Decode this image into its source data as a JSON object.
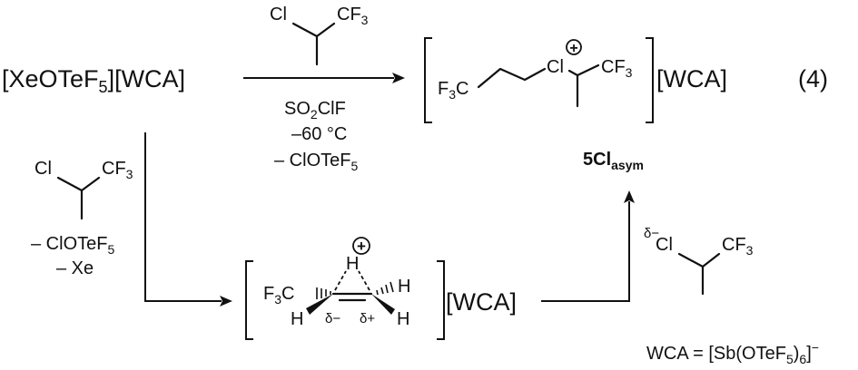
{
  "reagent": {
    "a": "[XeOTeF",
    "sub": "5",
    "b": "][WCA]"
  },
  "equation_number": "(4)",
  "alkane": {
    "cl": "Cl",
    "cf3": "CF",
    "cf3_sub": "3"
  },
  "conditions": {
    "solvent_a": "SO",
    "solvent_sub1": "2",
    "solvent_b": "ClF",
    "temperature": "–60 °C",
    "byproduct_a": "– ClOTeF",
    "byproduct_sub": "5"
  },
  "lower_conditions": {
    "byproduct_a": "– ClOTeF",
    "byproduct_sub": "5",
    "xenon": "– Xe"
  },
  "product": {
    "f3c_a": "F",
    "f3c_sub": "3",
    "f3c_b": "C",
    "cl": "Cl",
    "plus": "+",
    "cf3": "CF",
    "cf3_sub": "3",
    "anion": "[WCA]",
    "label_main": "5Cl",
    "label_sub": "asym"
  },
  "intermediate": {
    "f3c_a": "F",
    "f3c_sub": "3",
    "f3c_b": "C",
    "h_top": "H",
    "plus": "+",
    "h_right_top": "H",
    "h_left_bottom": "H",
    "h_right_bottom": "H",
    "delta_minus": "δ−",
    "delta_plus": "δ+",
    "anion": "[WCA]"
  },
  "right_alkane": {
    "delta": "δ−",
    "cl": "Cl",
    "cf3": "CF",
    "cf3_sub": "3"
  },
  "legend": {
    "a": "WCA = [Sb(OTeF",
    "sub": "5",
    "b": ")",
    "sub2": "6",
    "c": "]",
    "charge": "−"
  }
}
